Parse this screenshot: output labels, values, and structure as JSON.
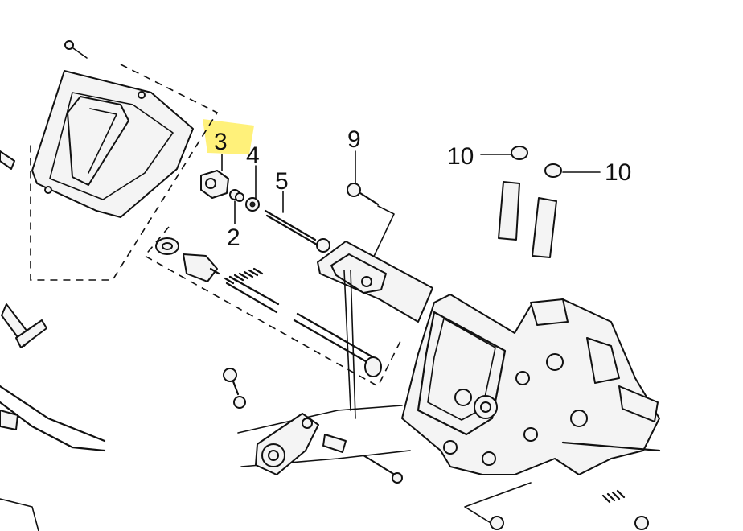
{
  "callouts": [
    {
      "id": "3",
      "label": "3",
      "highlighted": true
    },
    {
      "id": "4",
      "label": "4"
    },
    {
      "id": "5",
      "label": "5"
    },
    {
      "id": "2",
      "label": "2"
    },
    {
      "id": "9",
      "label": "9"
    },
    {
      "id": "10a",
      "label": "10"
    },
    {
      "id": "10b",
      "label": "10"
    }
  ],
  "colors": {
    "highlight": "#fff17a",
    "line": "#111111",
    "background": "#ffffff"
  }
}
